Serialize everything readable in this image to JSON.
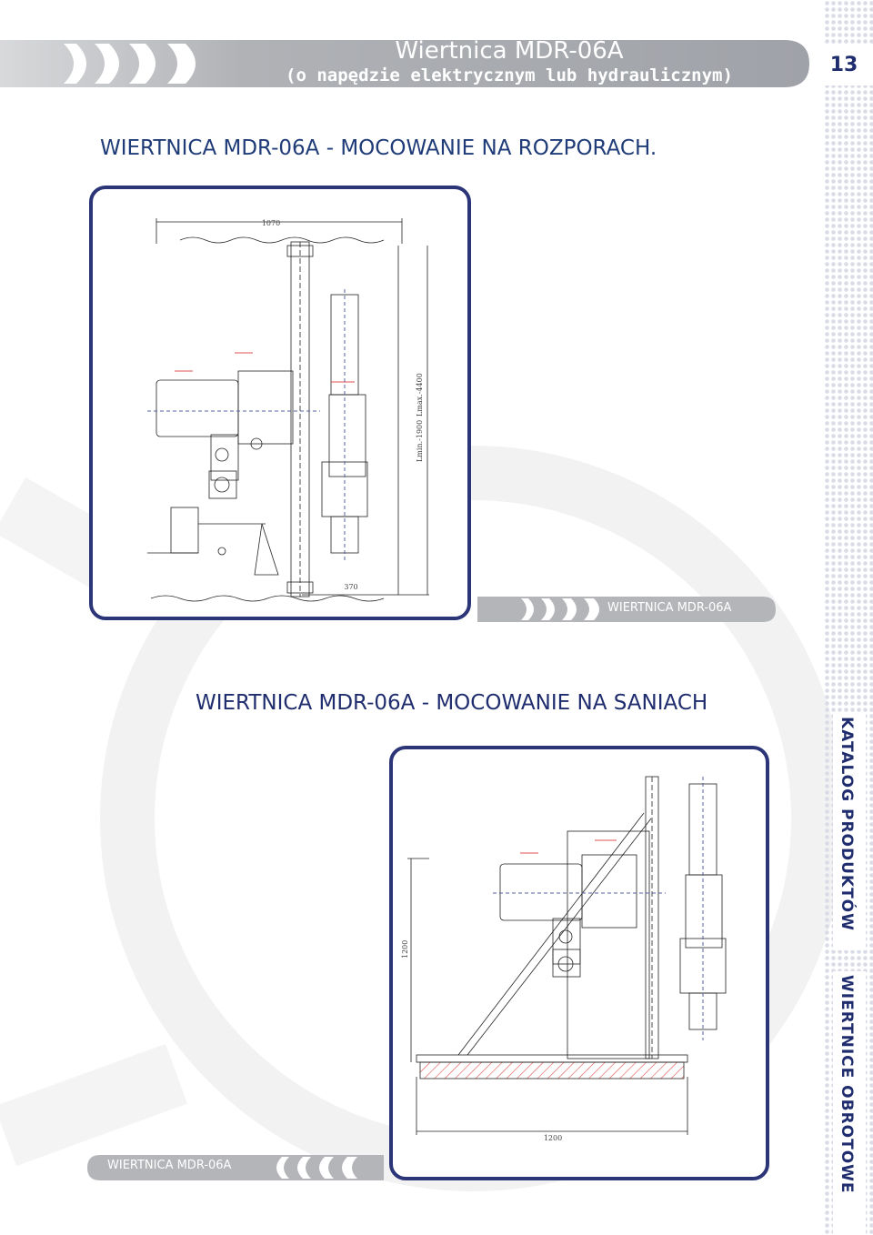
{
  "header": {
    "title": "Wiertnica MDR-06A",
    "subtitle": "(o napędzie elektrycznym lub hydraulicznym)",
    "page_number": "13"
  },
  "sections": [
    {
      "heading": "WIERTNICA MDR-06A - MOCOWANIE NA ROZPORACH.",
      "dimensions": {
        "top_width": "1070",
        "lmin": "Lmin.-1900",
        "lmax": "Lmax.-4400",
        "bottom_width": "370"
      },
      "caption": "WIERTNICA MDR-06A"
    },
    {
      "heading": "WIERTNICA MDR-06A - MOCOWANIE NA SANIACH",
      "dimensions": {
        "height": "1200",
        "bottom_width": "1200"
      },
      "caption": "WIERTNICA MDR-06A"
    }
  ],
  "sidebar": {
    "text_1": "KATALOG PRODUKTÓW",
    "text_2": "WIERTNICE OBROTOWE"
  },
  "colors": {
    "navy": "#2b3578",
    "heading_blue": "#1f3c78",
    "gray_bar": "#b3b5b8",
    "hatch_red": "#e05050"
  }
}
